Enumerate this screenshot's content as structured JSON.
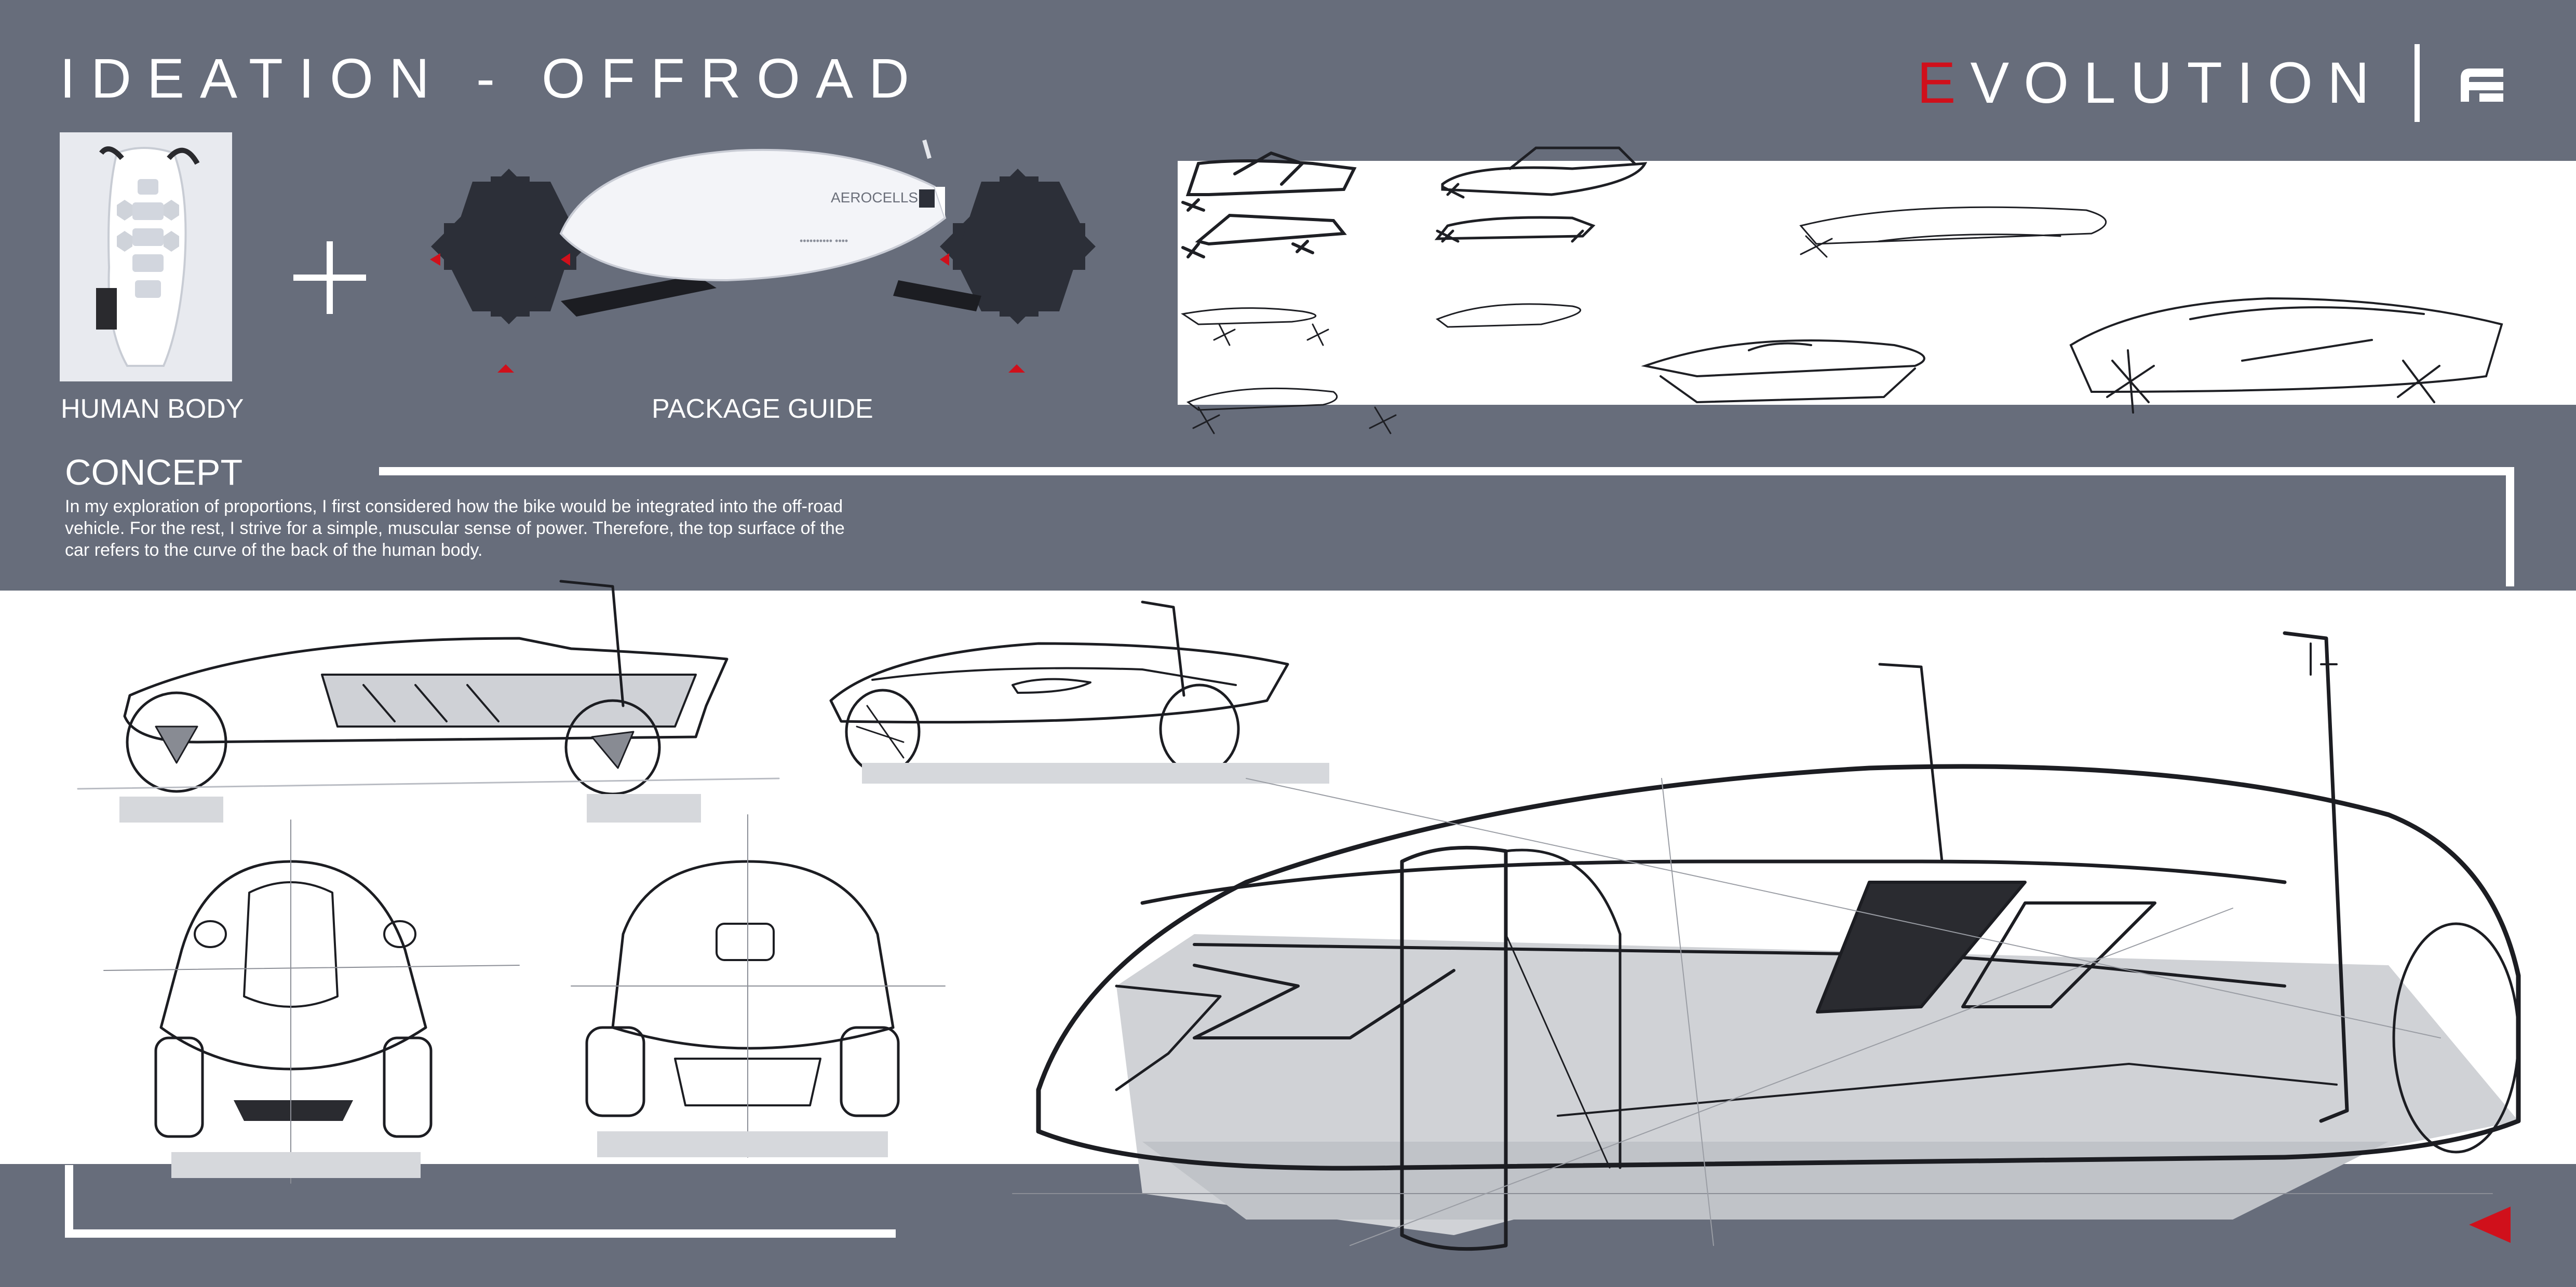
{
  "header": {
    "title": "IDEATION - OFFROAD",
    "brand_first_letter": "E",
    "brand_rest": "VOLUTION",
    "accent_color": "#d0101b",
    "background_color": "#676d7b"
  },
  "references": {
    "human_body_label": "HUMAN BODY",
    "package_guide_label": "PACKAGE GUIDE",
    "plus_icon": "plus-icon"
  },
  "concept": {
    "heading": "CONCEPT",
    "body_line1": "In my exploration of proportions, I first considered how the bike would be integrated into the off-road",
    "body_line2": "vehicle. For the rest, I strive for a simple, muscular sense of power. Therefore, the top surface of the",
    "body_line3": "car refers to the curve of the back of the human body."
  },
  "navigation": {
    "next_icon": "triangle-left-icon"
  }
}
